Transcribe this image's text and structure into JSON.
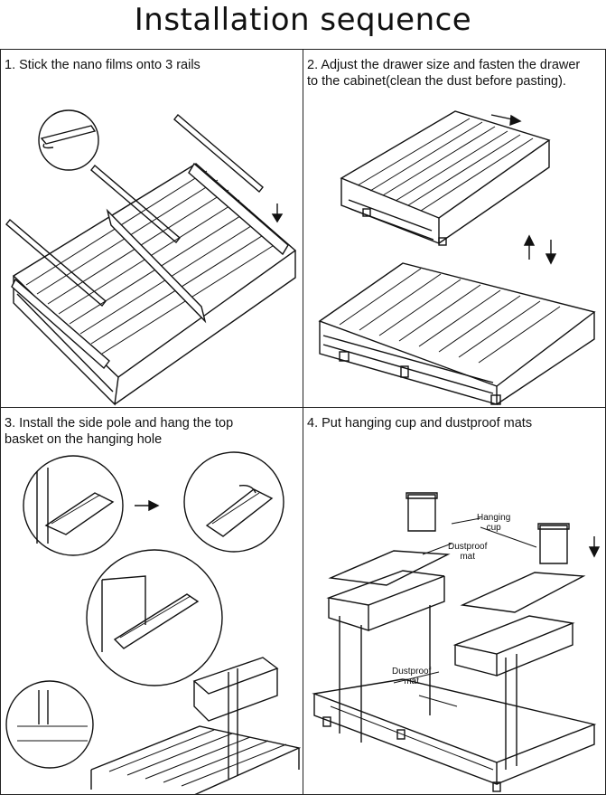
{
  "title": "Installation sequence",
  "steps": [
    {
      "caption": "1. Stick the nano films onto 3 rails"
    },
    {
      "caption": "2. Adjust the drawer size and fasten the drawer\n    to the cabinet(clean the dust before pasting)."
    },
    {
      "caption": "3. Install the side pole and hang the top\n    basket on the hanging hole"
    },
    {
      "caption": "4. Put hanging cup and dustproof mats"
    }
  ],
  "labels": {
    "hanging_cup": "Hanging\ncup",
    "dustproof_mat_top": "Dustproof\nmat",
    "dustproof_mat_bottom": "Dustproof\nmat"
  }
}
